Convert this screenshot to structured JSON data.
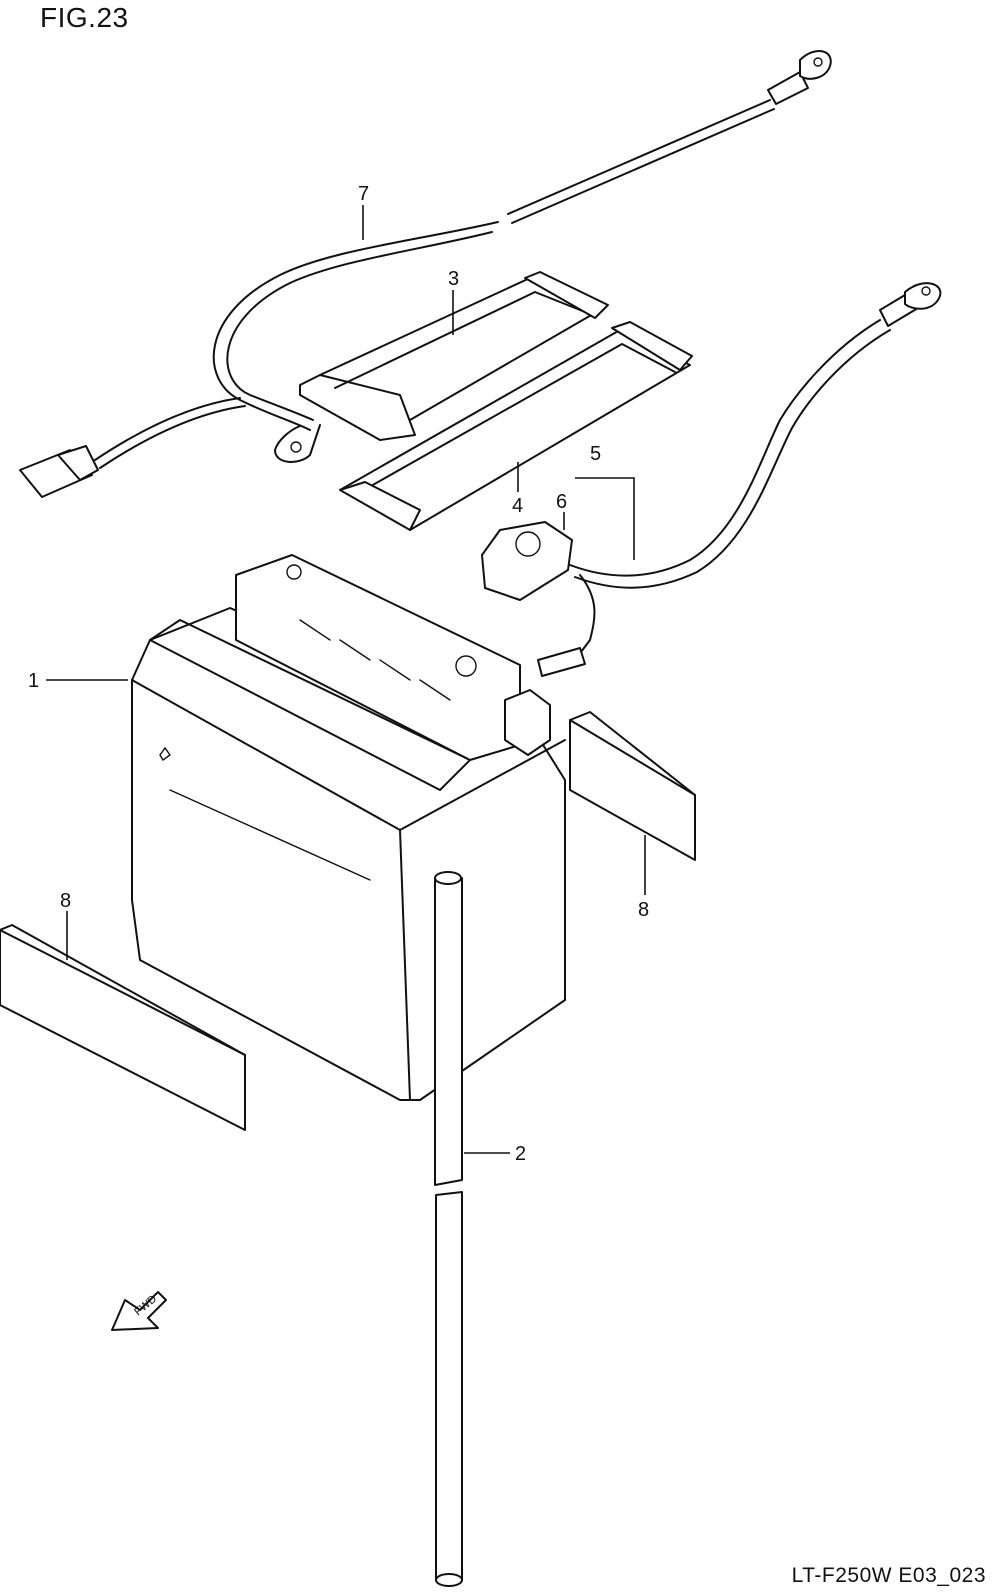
{
  "figure": {
    "title": "FIG.23",
    "drawing_code": "LT-F250W E03_023"
  },
  "callouts": {
    "battery": "1",
    "breather_hose": "2",
    "strap_upper": "3",
    "strap_lower": "4",
    "plus_lead": "5",
    "terminal_cover": "6",
    "minus_lead": "7",
    "pad_right": "8",
    "pad_left": "8"
  },
  "fwd_arrow": {
    "label": "FWD"
  }
}
